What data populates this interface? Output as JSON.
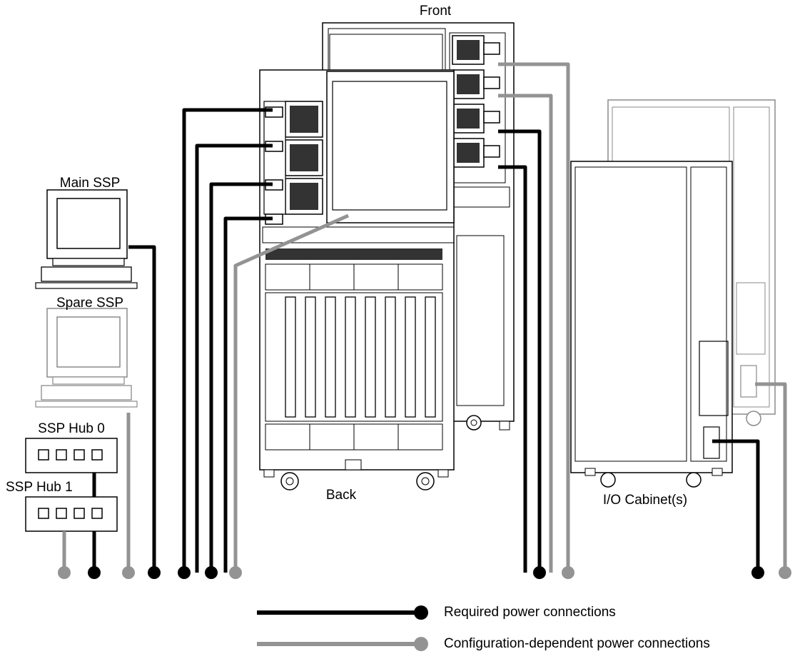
{
  "labels": {
    "front": "Front",
    "back": "Back",
    "main_ssp": "Main SSP",
    "spare_ssp": "Spare SSP",
    "hub0": "SSP Hub 0",
    "hub1": "SSP Hub 1",
    "io_cabinet": "I/O Cabinet(s)"
  },
  "legend": {
    "required": "Required power connections",
    "config": "Configuration-dependent power connections"
  },
  "colors": {
    "required": "#000000",
    "config": "#939393",
    "outline": "#000000"
  }
}
